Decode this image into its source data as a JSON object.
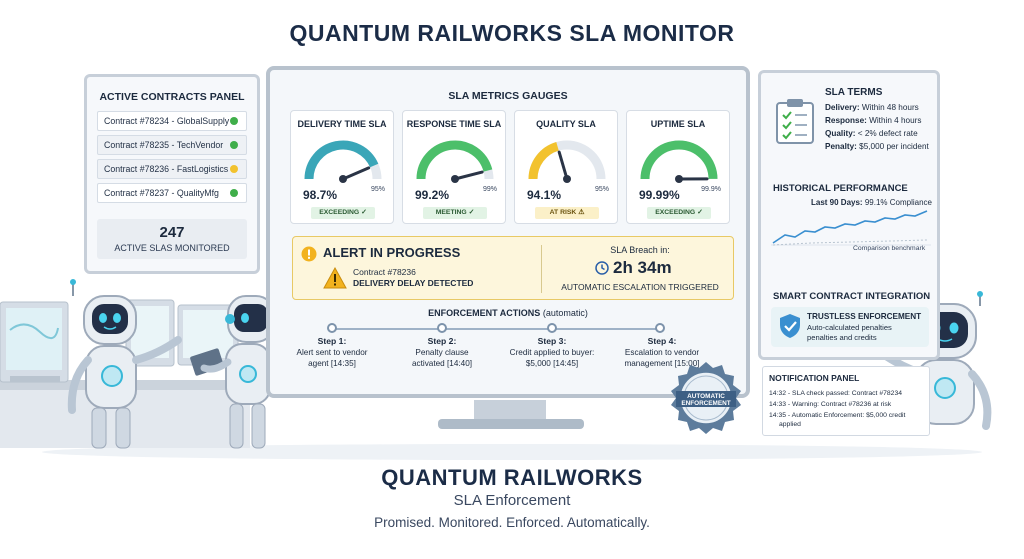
{
  "header": {
    "title": "QUANTUM RAILWORKS SLA MONITOR"
  },
  "contracts_panel": {
    "title": "ACTIVE CONTRACTS PANEL",
    "contracts": [
      {
        "label": "Contract #78234 - GlobalSupply",
        "status_color": "#3fae4a"
      },
      {
        "label": "Contract #78235 - TechVendor",
        "status_color": "#3fae4a"
      },
      {
        "label": "Contract #78236 - FastLogistics",
        "status_color": "#f2c22e"
      },
      {
        "label": "Contract #78237 - QualityMfg",
        "status_color": "#3fae4a"
      }
    ],
    "active_count": "247",
    "active_label": "ACTIVE SLAS MONITORED"
  },
  "gauges_panel": {
    "title": "SLA METRICS GAUGES",
    "gauges": [
      {
        "title": "DELIVERY TIME SLA",
        "value_text": "98.7%",
        "target_text": "95%",
        "status": "EXCEEDING ✓",
        "level": 0.987,
        "arc_color": "#3aa6b8"
      },
      {
        "title": "RESPONSE TIME SLA",
        "value_text": "99.2%",
        "target_text": "99%",
        "status": "MEETING ✓",
        "level": 0.992,
        "arc_color": "#4cbf6a"
      },
      {
        "title": "QUALITY SLA",
        "value_text": "94.1%",
        "target_text": "95%",
        "status": "AT RISK ⚠",
        "level": 0.941,
        "arc_color": "#f2c22e"
      },
      {
        "title": "UPTIME SLA",
        "value_text": "99.99%",
        "target_text": "99.9%",
        "status": "EXCEEDING ✓",
        "level": 0.9999,
        "arc_color": "#4cbf6a"
      }
    ]
  },
  "alert": {
    "heading": "ALERT IN PROGRESS",
    "contract": "Contract #78236",
    "detail": "DELIVERY DELAY DETECTED",
    "breach_label": "SLA Breach in:",
    "breach_time": "2h 34m",
    "note": "AUTOMATIC ESCALATION TRIGGERED"
  },
  "enforcement": {
    "title_bold": "ENFORCEMENT ACTIONS",
    "title_rest": "(automatic)",
    "steps": [
      {
        "title": "Step 1:",
        "line1": "Alert sent to vendor",
        "line2": "agent [14:35]"
      },
      {
        "title": "Step 2:",
        "line1": "Penalty clause",
        "line2": "activated [14:40]"
      },
      {
        "title": "Step 3:",
        "line1": "Credit applied to buyer:",
        "line2": "$5,000 [14:45]"
      },
      {
        "title": "Step 4:",
        "line1": "Escalation to vendor",
        "line2": "management [15:00]"
      }
    ]
  },
  "badge": {
    "line1": "AUTOMATIC",
    "line2": "ENFORCEMENT"
  },
  "terms_panel": {
    "title": "SLA TERMS",
    "lines": [
      {
        "label": "Delivery:",
        "text": "Within 48 hours"
      },
      {
        "label": "Response:",
        "text": "Within 4 hours"
      },
      {
        "label": "Quality:",
        "text": "< 2% defect rate"
      },
      {
        "label": "Penalty:",
        "text": "$5,000 per incident"
      }
    ],
    "hist_title": "HISTORICAL PERFORMANCE",
    "hist_sub_bold": "Last 90 Days:",
    "hist_sub_rest": "99.1% Compliance",
    "hist_bench": "Comparison benchmark",
    "smart_title": "SMART CONTRACT INTEGRATION",
    "trust_title": "TRUSTLESS ENFORCEMENT",
    "trust_l1": "Auto-calculated penalties",
    "trust_l2": "penalties and credits"
  },
  "notifications": {
    "title": "NOTIFICATION PANEL",
    "lines": [
      "14:32 - SLA check passed: Contract #78234",
      "14:33 - Warning: Contract #78236 at risk",
      "14:35 - Automatic Enforcement: $5,000 credit",
      "applied"
    ]
  },
  "footer": {
    "brand": "QUANTUM RAILWORKS",
    "subtitle": "SLA Enforcement",
    "tagline": "Promised. Monitored. Enforced. Automatically."
  }
}
